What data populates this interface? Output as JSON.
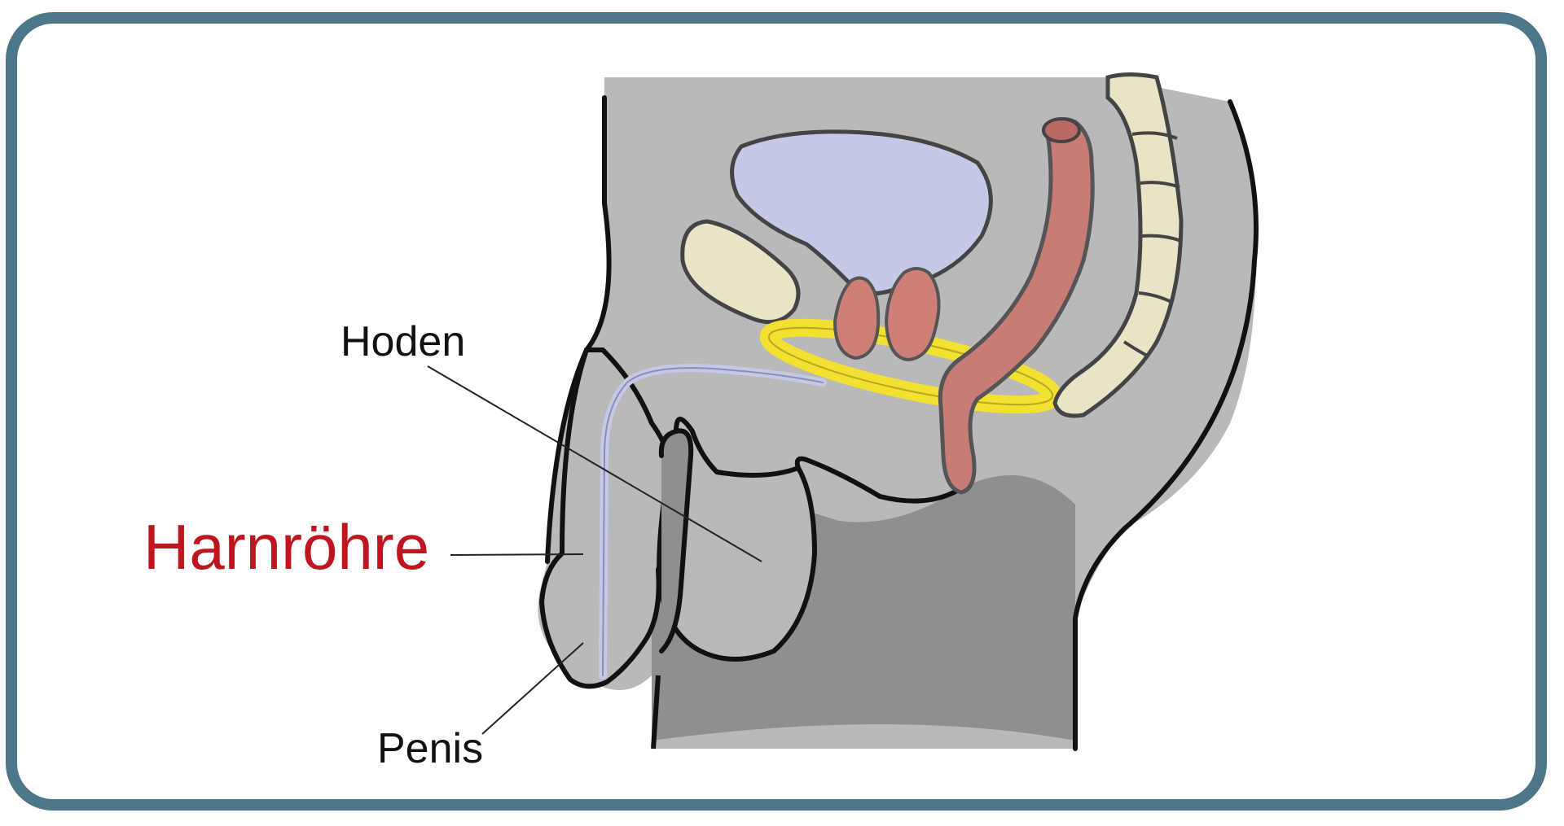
{
  "labels": {
    "hoden": "Hoden",
    "harnroehre": "Harnröhre",
    "penis": "Penis"
  },
  "colors": {
    "frame": "#4b7788",
    "body": "#b9b9b9",
    "body_dark": "#8f8f8f",
    "bladder": "#c5c9e6",
    "prostate": "#cd7f78",
    "rectum": "#c97b76",
    "bone": "#e8e4c5",
    "pelvic_floor": "#f2e130",
    "highlight_label": "#c0141f"
  }
}
